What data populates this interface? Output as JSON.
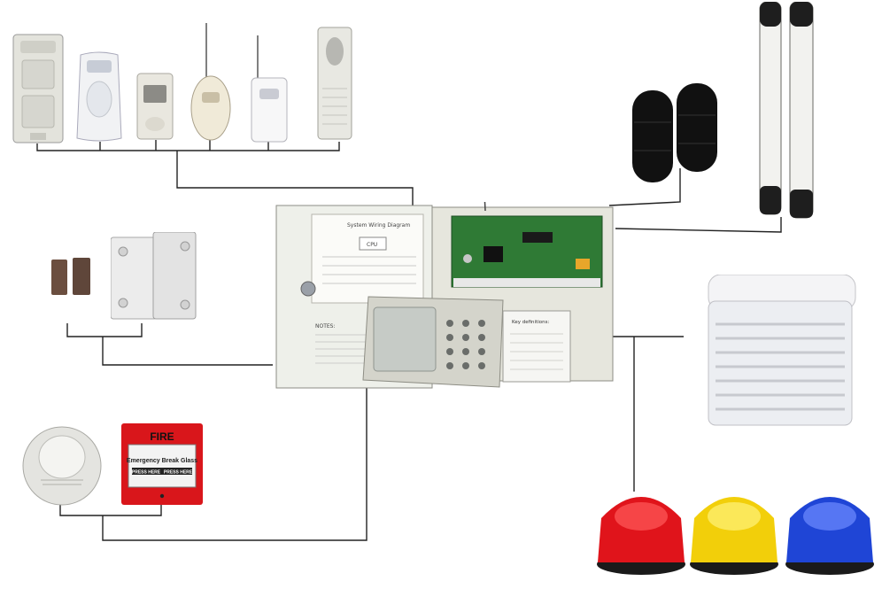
{
  "panel": {
    "diagram_title": "System Wiring Diagram",
    "cpu_label": "CPU",
    "notes_label": "NOTES:"
  },
  "keypad": {
    "card_title": "Key definitions:"
  },
  "call_point": {
    "header": "FIRE",
    "glass_text": "Emergency Break Glass",
    "press_left": "PRESS HERE",
    "press_right": "PRESS HERE"
  },
  "beacons": {
    "colors": [
      "#e0141b",
      "#f2cf0a",
      "#1f45d6"
    ]
  }
}
